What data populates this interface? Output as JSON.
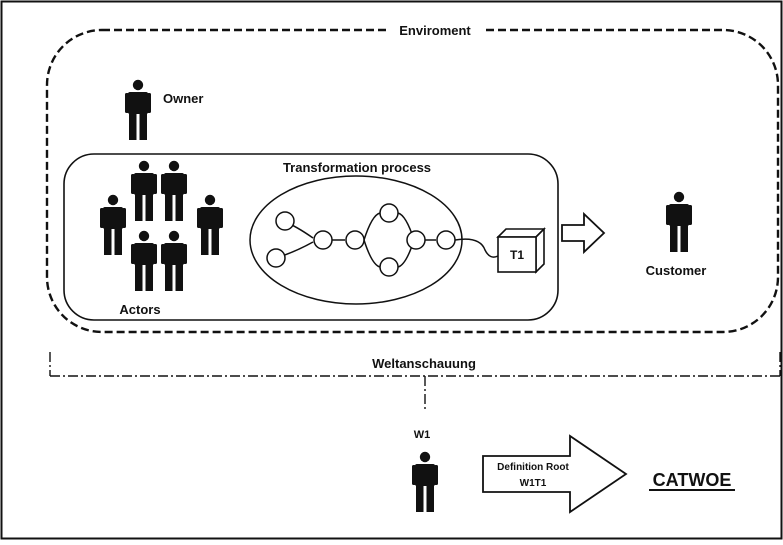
{
  "labels": {
    "environment": "Enviroment",
    "owner": "Owner",
    "transformation": "Transformation process",
    "actors": "Actors",
    "customer": "Customer",
    "weltanschauung": "Weltanschauung",
    "t1": "T1",
    "w1": "W1",
    "definition_root_line1": "Definition Root",
    "definition_root_line2": "W1T1",
    "catwoe": "CATWOE"
  },
  "icons": {
    "person": "person-icon",
    "node": "circle-node-icon",
    "cube": "cube-icon",
    "arrow": "block-arrow-icon"
  },
  "colors": {
    "ink": "#111111",
    "background": "#ffffff"
  }
}
